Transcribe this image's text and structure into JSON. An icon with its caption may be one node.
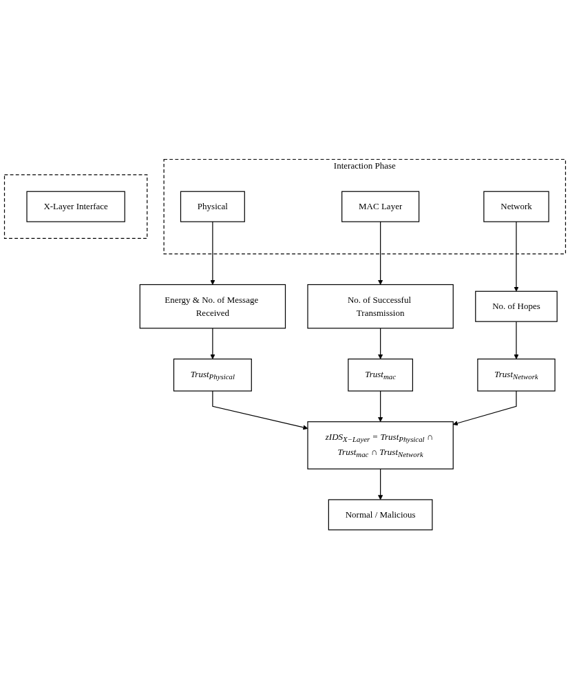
{
  "diagram": {
    "nodes": [
      {
        "text": [
          "Interaction Phase"
        ]
      },
      {
        "text": [
          "Physical"
        ],
        "in": 0
      },
      {
        "text": [
          "MAC Layer"
        ],
        "in": 0
      },
      {
        "text": [
          "Network"
        ],
        "in": 0
      },
      {
        "text": [],
        "shape": "box"
      },
      {
        "text": [
          "X-Layer Interface"
        ],
        "in": 4
      },
      {
        "text": [
          "Energy & No. of Message Received"
        ]
      },
      {
        "text": [
          "No. of Successful Transmission"
        ]
      },
      {
        "text": [
          "No. of Hopes"
        ]
      },
      {
        "text": [
          "Trust$_{Physical}$"
        ]
      },
      {
        "text": [
          "Trust$_{mac}$"
        ]
      },
      {
        "text": [
          "Trust$_{Network}$"
        ]
      },
      {
        "text": [
          "zIDS$_{X−Layer}$ = Trust$_{Physical}$ ∩ Trust$_{mac}$ ∩ Trust$_{Network}$"
        ]
      },
      {
        "text": [
          "Normal / Malicious"
        ]
      }
    ],
    "edges": [
      {
        "from": 1,
        "to": 6,
        "arrow": "to"
      },
      {
        "from": 2,
        "to": 7,
        "arrow": "to"
      },
      {
        "from": 3,
        "to": 8,
        "arrow": "to"
      },
      {
        "from": 6,
        "to": 9,
        "arrow": "to"
      },
      {
        "from": 7,
        "to": 10,
        "arrow": "to"
      },
      {
        "from": 8,
        "to": 11,
        "arrow": "to"
      },
      {
        "from": 9,
        "to": 12,
        "arrow": "to"
      },
      {
        "from": 10,
        "to": 12,
        "arrow": "to"
      },
      {
        "from": 11,
        "to": 12,
        "arrow": "to"
      },
      {
        "from": 12,
        "to": 13,
        "arrow": "to"
      }
    ]
  }
}
